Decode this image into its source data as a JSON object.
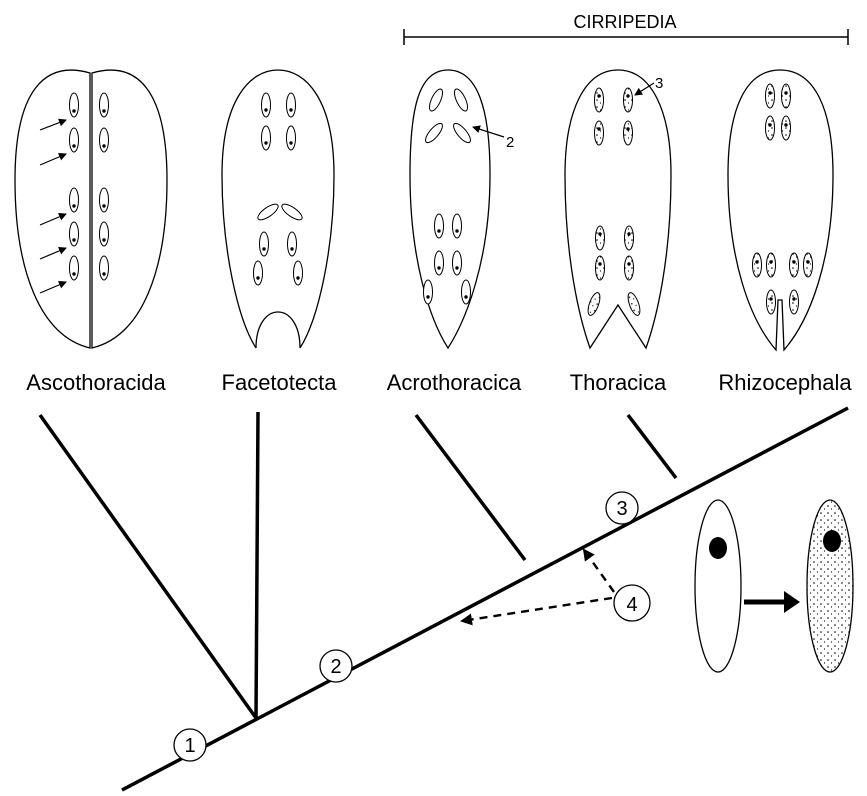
{
  "bracket_label": "CIRRIPEDIA",
  "taxa": [
    "Ascothoracida",
    "Facetotecta",
    "Acrothoracica",
    "Thoracica",
    "Rhizocephala"
  ],
  "nodes": [
    "1",
    "2",
    "3",
    "4"
  ],
  "callouts": [
    "2",
    "3"
  ],
  "colors": {
    "ink": "#000000",
    "background": "#ffffff"
  }
}
